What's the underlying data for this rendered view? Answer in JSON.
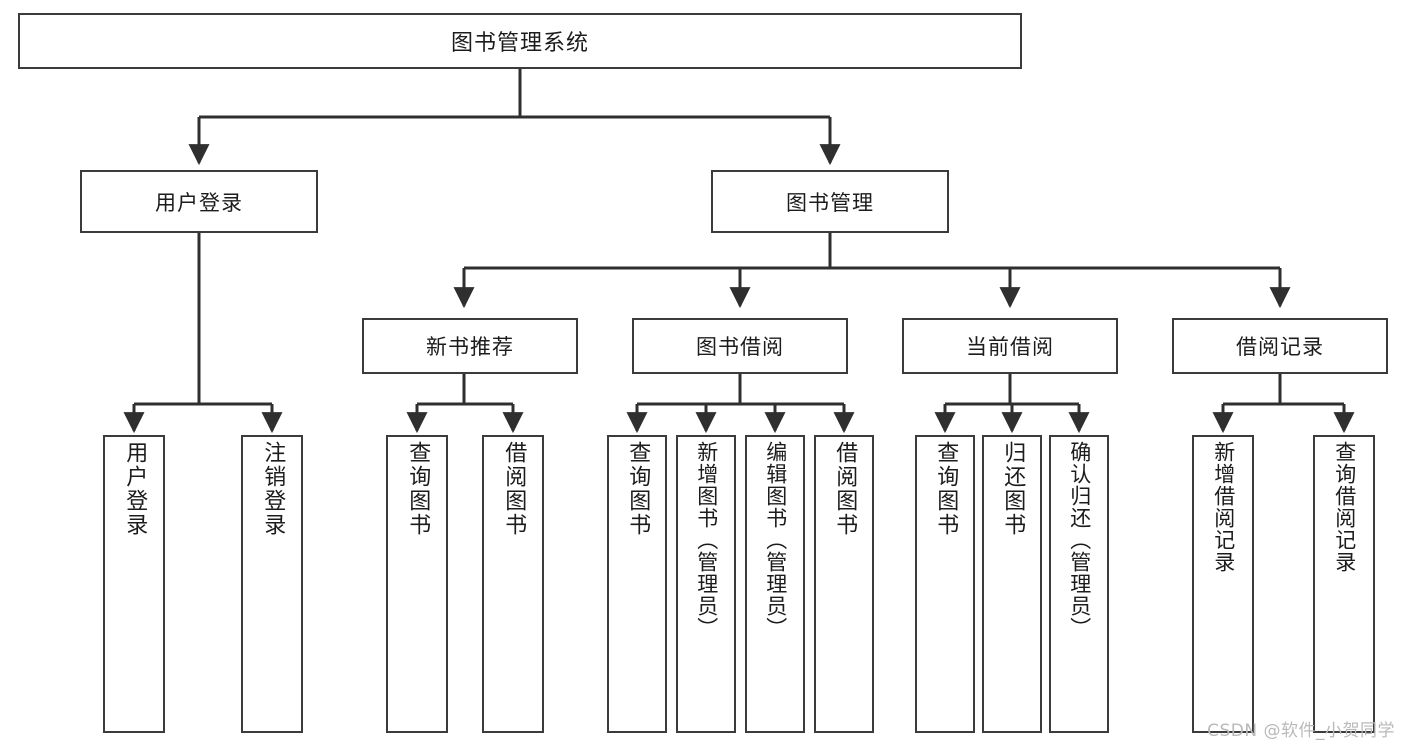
{
  "diagram": {
    "title": "图书管理系统",
    "type": "tree",
    "watermark": "CSDN @软件_小贺同学",
    "colors": {
      "box_border": "#3b3b3b",
      "box_fill": "#ffffff",
      "connector": "#2f2f2f",
      "text": "#1c1c1c",
      "watermark": "#b9b9b9",
      "background": "#ffffff"
    },
    "root": {
      "label": "图书管理系统"
    },
    "level2": [
      {
        "label": "用户登录"
      },
      {
        "label": "图书管理"
      }
    ],
    "level3": [
      {
        "label": "新书推荐"
      },
      {
        "label": "图书借阅"
      },
      {
        "label": "当前借阅"
      },
      {
        "label": "借阅记录"
      }
    ],
    "leaves": {
      "user_login": [
        {
          "label": "用户登录"
        },
        {
          "label": "注销登录"
        }
      ],
      "new_book_recommend": [
        {
          "label": "查询图书"
        },
        {
          "label": "借阅图书"
        }
      ],
      "book_borrow": [
        {
          "label": "查询图书"
        },
        {
          "label": "新增图书（管理员）"
        },
        {
          "label": "编辑图书（管理员）"
        },
        {
          "label": "借阅图书"
        }
      ],
      "current_borrow": [
        {
          "label": "查询图书"
        },
        {
          "label": "归还图书"
        },
        {
          "label": "确认归还（管理员）"
        }
      ],
      "borrow_record": [
        {
          "label": "新增借阅记录"
        },
        {
          "label": "查询借阅记录"
        }
      ]
    }
  }
}
